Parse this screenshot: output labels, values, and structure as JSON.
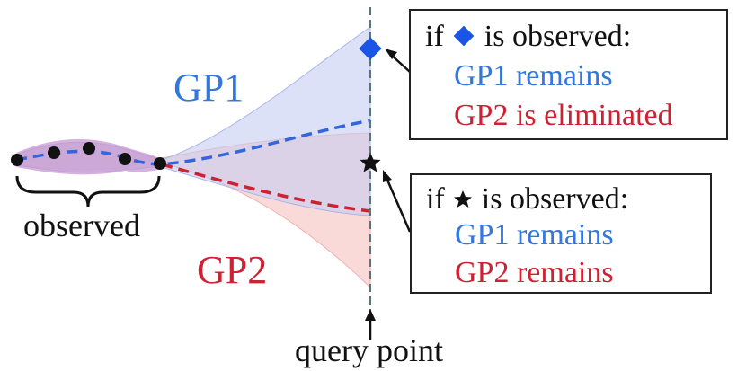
{
  "labels": {
    "gp1": "GP1",
    "gp2": "GP2",
    "observed": "observed",
    "query_point": "query point"
  },
  "callouts": [
    {
      "prefix": "if",
      "icon": "blue-diamond-icon",
      "suffix": "is observed:",
      "line1": "GP1 remains",
      "line2": "GP2 is eliminated"
    },
    {
      "prefix": "if",
      "icon": "black-star-icon",
      "suffix": "is observed:",
      "line1": "GP1 remains",
      "line2": "GP2 remains"
    }
  ],
  "colors": {
    "gp1": "#3377dd",
    "gp2": "#cc2233",
    "gp1_band": "#c9cff2",
    "gp2_band": "#f7c9c6",
    "diamond": "#1a55e6",
    "query_line": "#557777",
    "text": "#111111"
  }
}
